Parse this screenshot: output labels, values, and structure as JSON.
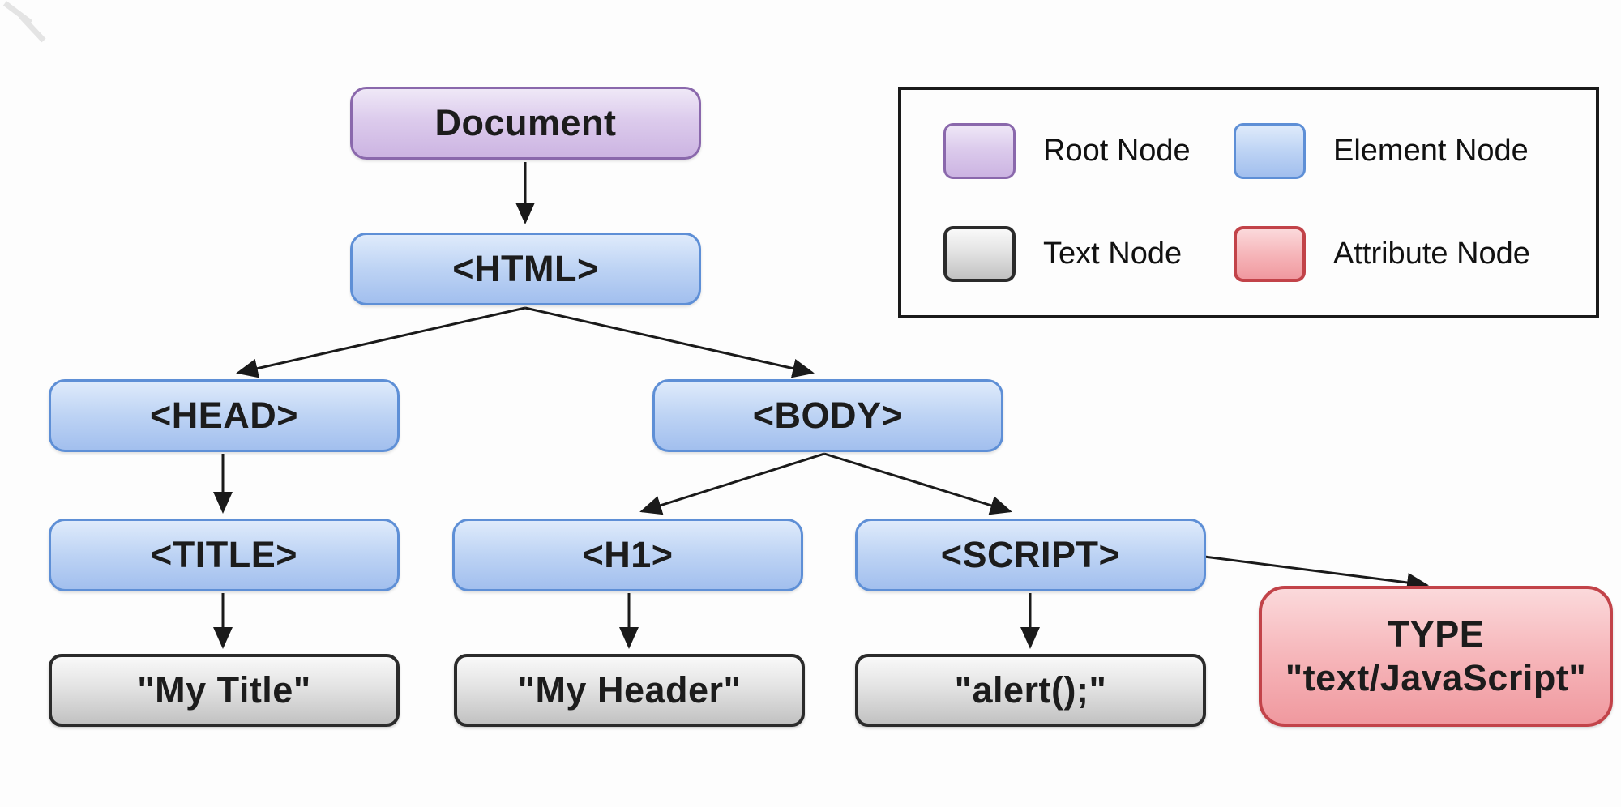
{
  "diagram": {
    "kind": "dom-tree",
    "nodes": {
      "document": {
        "label": "Document",
        "type": "root"
      },
      "html": {
        "label": "<HTML>",
        "type": "element"
      },
      "head": {
        "label": "<HEAD>",
        "type": "element"
      },
      "body": {
        "label": "<BODY>",
        "type": "element"
      },
      "title": {
        "label": "<TITLE>",
        "type": "element"
      },
      "h1": {
        "label": "<H1>",
        "type": "element"
      },
      "script": {
        "label": "<SCRIPT>",
        "type": "element"
      },
      "my_title": {
        "label": "\"My Title\"",
        "type": "text"
      },
      "my_header": {
        "label": "\"My Header\"",
        "type": "text"
      },
      "alert": {
        "label": "\"alert();\"",
        "type": "text"
      },
      "type_attr": {
        "line1": "TYPE",
        "line2": "\"text/JavaScript\"",
        "type": "attribute"
      }
    },
    "edges": [
      {
        "from": "document",
        "to": "html"
      },
      {
        "from": "html",
        "to": "head"
      },
      {
        "from": "html",
        "to": "body"
      },
      {
        "from": "head",
        "to": "title"
      },
      {
        "from": "body",
        "to": "h1"
      },
      {
        "from": "body",
        "to": "script"
      },
      {
        "from": "title",
        "to": "my_title"
      },
      {
        "from": "h1",
        "to": "my_header"
      },
      {
        "from": "script",
        "to": "alert"
      },
      {
        "from": "script",
        "to": "type_attr"
      }
    ]
  },
  "legend": {
    "root": {
      "label": "Root Node"
    },
    "element": {
      "label": "Element Node"
    },
    "text": {
      "label": "Text Node"
    },
    "attribute": {
      "label": "Attribute Node"
    }
  },
  "colors": {
    "root_fill": "#DCCBEC",
    "root_border": "#8A68AC",
    "element_fill": "#BDD3F4",
    "element_border": "#5E8FD6",
    "text_fill": "#E3E3E3",
    "text_border": "#2B2B2B",
    "attribute_fill": "#F6B6BA",
    "attribute_border": "#C24349",
    "connector": "#1A1A1A",
    "legend_border": "#1A1A1A",
    "background": "#FDFDFD"
  }
}
